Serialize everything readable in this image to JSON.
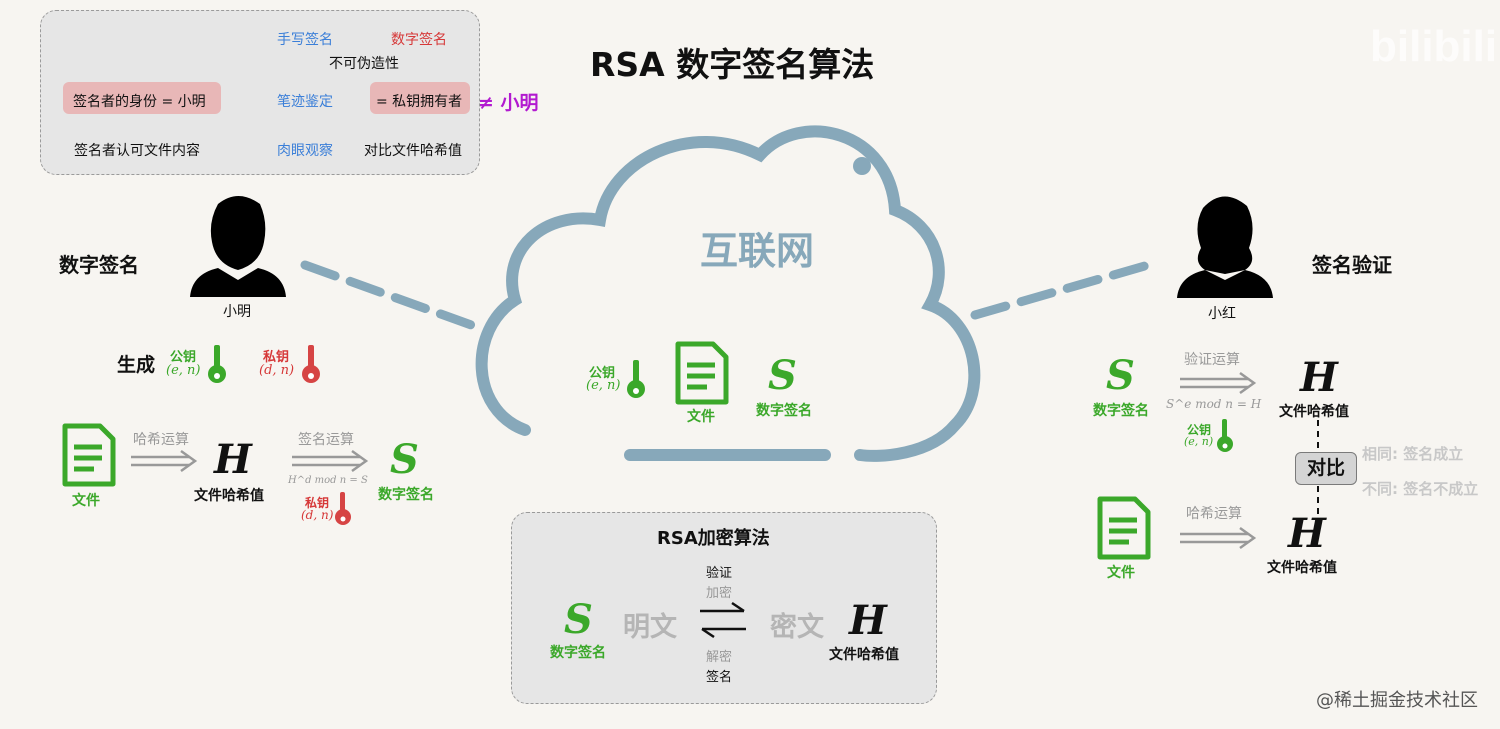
{
  "title": "RSA 数字签名算法",
  "watermark_top": "bilibili",
  "watermark_bottom": "@稀土掘金技术社区",
  "compare_table": {
    "col_handwritten": "手写签名",
    "col_digital": "数字签名",
    "unforgeable": "不可伪造性",
    "row1_left": "签名者的身份 = 小明",
    "row1_mid": "笔迹鉴定",
    "row1_right": "= 私钥拥有者",
    "row1_extra": "≠ 小明",
    "row2_left": "签名者认可文件内容",
    "row2_mid": "肉眼观察",
    "row2_right": "对比文件哈希值"
  },
  "cloud": {
    "label": "互联网"
  },
  "left": {
    "heading": "数字签名",
    "person": "小明",
    "generate": "生成",
    "public_key": "公钥",
    "public_key_math": "(e, n)",
    "private_key": "私钥",
    "private_key_math": "(d, n)",
    "file": "文件",
    "hash_op": "哈希运算",
    "hash_value": "文件哈希值",
    "sign_op": "签名运算",
    "sign_formula": "H^d mod n = S",
    "digital_sig": "数字签名",
    "sign_private_key": "私钥",
    "sign_private_key_math": "(d, n)"
  },
  "cloud_contents": {
    "public_key": "公钥",
    "public_key_math": "(e, n)",
    "file": "文件",
    "digital_sig": "数字签名"
  },
  "right": {
    "heading": "签名验证",
    "person": "小红",
    "digital_sig": "数字签名",
    "verify_op": "验证运算",
    "verify_formula": "S^e mod n = H",
    "hash_value": "文件哈希值",
    "public_key": "公钥",
    "public_key_math": "(e, n)",
    "compare": "对比",
    "same": "相同: 签名成立",
    "diff": "不同: 签名不成立",
    "file": "文件",
    "hash_op": "哈希运算",
    "hash_value2": "文件哈希值"
  },
  "rsa_box": {
    "title": "RSA加密算法",
    "verify": "验证",
    "encrypt": "加密",
    "plaintext": "明文",
    "ciphertext": "密文",
    "decrypt": "解密",
    "sign": "签名",
    "digital_sig": "数字签名",
    "hash_value": "文件哈希值"
  },
  "symbols": {
    "S": "S",
    "H": "H"
  },
  "colors": {
    "green": "#3ba82a",
    "red": "#d63838",
    "blue": "#3b7fd8",
    "cloud": "#87a8ba",
    "magenta": "#b21ad0"
  },
  "icons": [
    "person-male-icon",
    "person-female-icon",
    "cloud-icon",
    "document-icon",
    "green-key-icon",
    "red-key-icon",
    "double-arrow-icon",
    "equilibrium-arrows-icon"
  ]
}
